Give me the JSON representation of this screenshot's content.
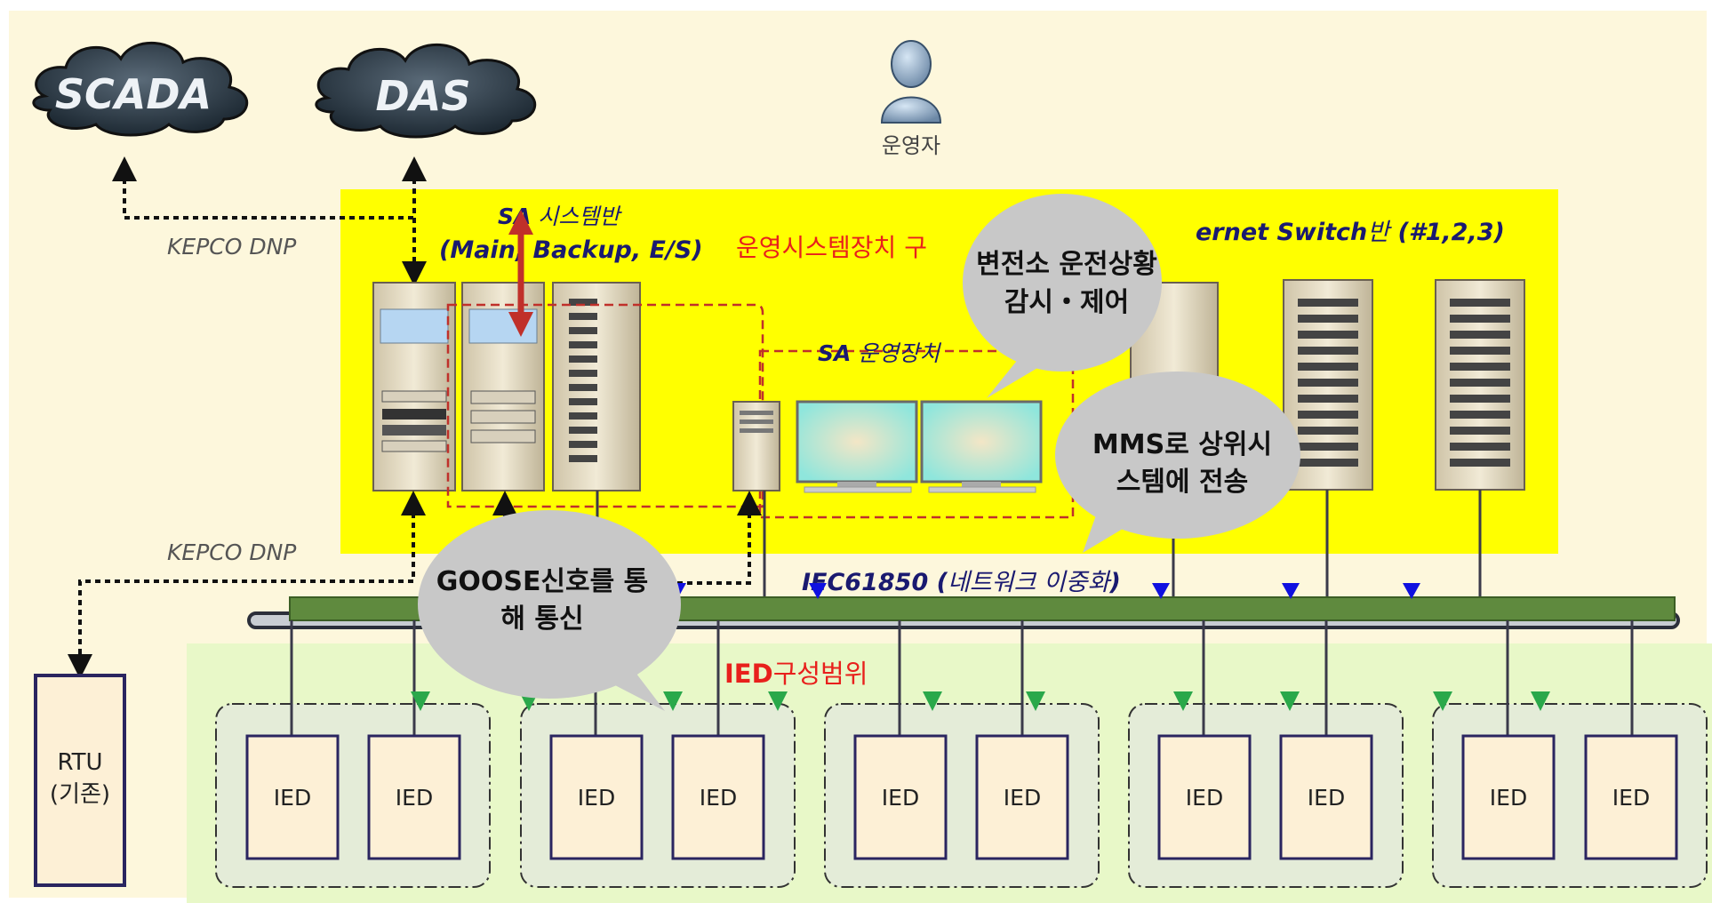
{
  "clouds": {
    "scada": "SCADA",
    "das": "DAS"
  },
  "operator": {
    "label": "운영자"
  },
  "protocols": {
    "kepco_dnp_top": "KEPCO DNP",
    "kepco_dnp_bottom": "KEPCO DNP"
  },
  "sa_panel": {
    "title_line1_bold": "SA",
    "title_line1_rest": " 시스템반",
    "title_line2": "(Main, Backup, E/S)"
  },
  "ops_system": {
    "label": "운영시스템장치 구"
  },
  "ethernet_switch": {
    "label_bold": "ernet Switch",
    "label_mid": "반",
    "label_tail": " (#1,2,3)"
  },
  "sa_console": {
    "label_bold": "SA",
    "label_rest": " 운영장치"
  },
  "network": {
    "label_bold": "IEC61850 (",
    "label_rest": "네트워크 이중화",
    "label_end": ")"
  },
  "ied_scope": {
    "label_bold": "IED",
    "label_rest": "구성범위"
  },
  "rtu": {
    "line1": "RTU",
    "line2": "(기존)"
  },
  "ied_label": "IED",
  "callouts": {
    "monitor": {
      "line1": "변전소 운전상황",
      "line2": "감시・제어"
    },
    "mms": {
      "line1": "MMS로 상위시",
      "line2": "스템에 전송"
    },
    "goose": {
      "line1": "GOOSE신호를 통",
      "line2": "해 통신"
    }
  },
  "colors": {
    "background": "#fdf7dc",
    "yellow_panel": "#ffff00",
    "green_region": "#e8f8c8",
    "bus": "#5f8a3e",
    "red_text": "#e8201c",
    "navy_text": "#1a1a70",
    "callout": "#c8c8c8",
    "ied_fill": "#fdf0d6",
    "ied_border": "#2a2560"
  }
}
